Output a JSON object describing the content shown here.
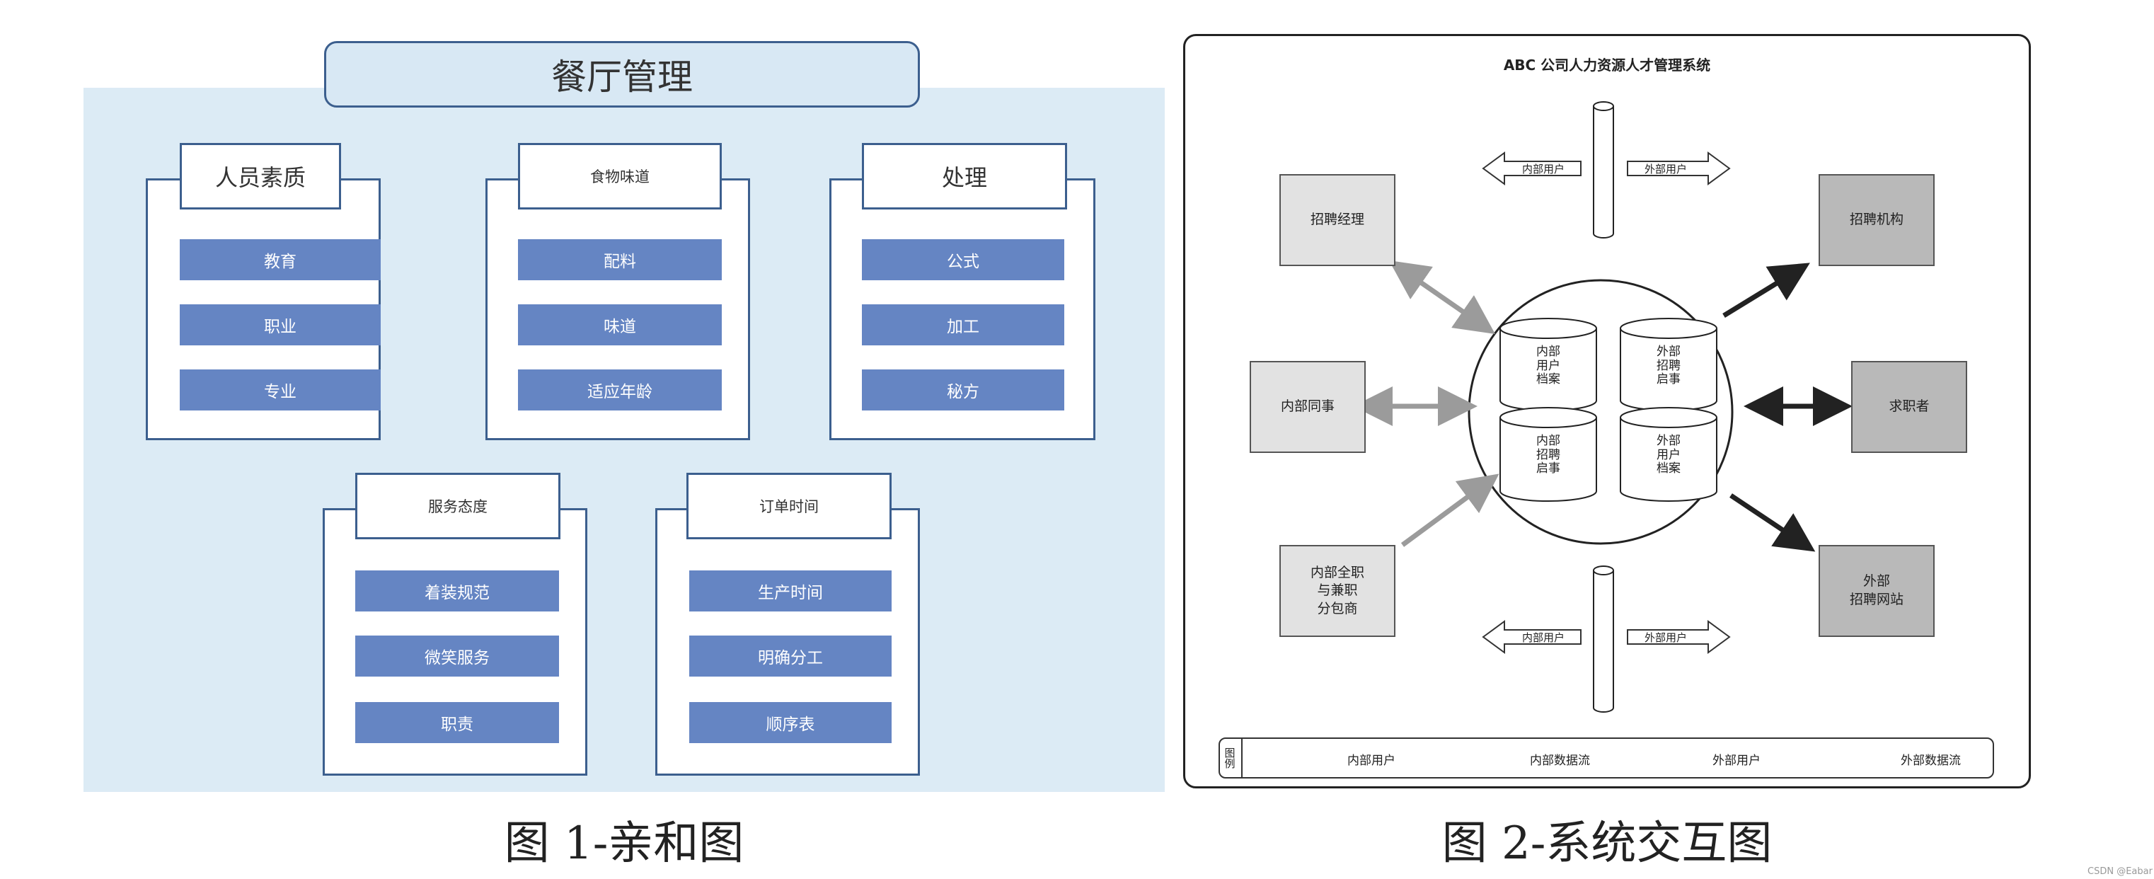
{
  "affinity": {
    "title": "餐厅管理",
    "groups": [
      {
        "title": "人员素质",
        "items": [
          "教育",
          "职业",
          "专业"
        ]
      },
      {
        "title": "食物味道",
        "items": [
          "配料",
          "味道",
          "适应年龄"
        ]
      },
      {
        "title": "处理",
        "items": [
          "公式",
          "加工",
          "秘方"
        ]
      },
      {
        "title": "服务态度",
        "items": [
          "着装规范",
          "微笑服务",
          "职责"
        ]
      },
      {
        "title": "订单时间",
        "items": [
          "生产时间",
          "明确分工",
          "顺序表"
        ]
      }
    ],
    "caption": "图 1-亲和图"
  },
  "system": {
    "title": "ABC 公司人力资源人才管理系统",
    "internal_user": "内部用户",
    "external_user": "外部用户",
    "boxes": {
      "recruit_manager": "招聘经理",
      "internal_colleague": "内部同事",
      "subcontractor": "内部全职\n与兼职\n分包商",
      "agency": "招聘机构",
      "job_seeker": "求职者",
      "external_site": "外部\n招聘网站"
    },
    "databases": [
      "内部\n用户\n档案",
      "外部\n招聘\n启事",
      "内部\n招聘\n启事",
      "外部\n用户\n档案"
    ],
    "legend": {
      "key": "图例",
      "internal_user": "内部用户",
      "internal_flow": "内部数据流",
      "external_user": "外部用户",
      "external_flow": "外部数据流"
    },
    "caption": "图 2-系统交互图"
  },
  "colors": {
    "pill": "#6585c3",
    "border": "#3c5f8e",
    "panel": "#dcebf5",
    "light_box": "#e2e2e2",
    "dark_box": "#b9b9b9"
  },
  "footer": "CSDN @Eabar"
}
